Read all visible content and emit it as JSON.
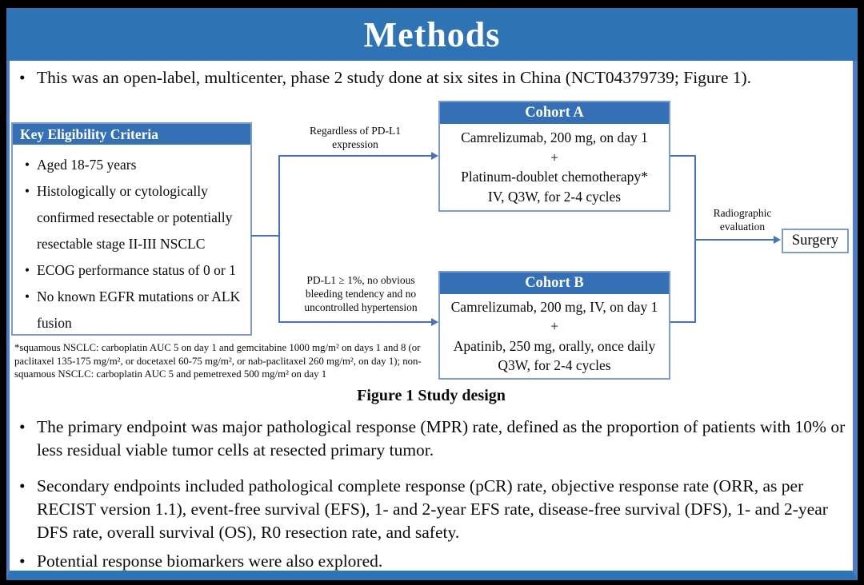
{
  "slide": {
    "title": "Methods",
    "colors": {
      "banner_blue": "#2E74B5",
      "header_blue": "#3570B6",
      "border_blue": "#4B7EC5",
      "box_border_blue": "#7B9BD2",
      "line_blue": "#4472C4"
    }
  },
  "bullets": {
    "intro": "This was an open-label, multicenter, phase 2 study done at six sites in China (NCT04379739; Figure 1).",
    "primary": "The primary endpoint was major pathological response (MPR) rate, defined as the proportion of patients with 10% or less residual viable tumor cells at resected primary tumor.",
    "secondary": "Secondary endpoints included pathological complete response (pCR) rate, objective response rate (ORR, as per RECIST version 1.1), event-free survival (EFS), 1- and 2-year EFS rate, disease-free survival (DFS), 1- and 2-year DFS rate, overall survival (OS), R0 resection rate, and safety.",
    "biomarkers": "Potential response biomarkers were also explored."
  },
  "figure": {
    "caption": "Figure 1 Study design",
    "eligibility": {
      "header": "Key Eligibility Criteria",
      "items": [
        "Aged 18-75 years",
        "Histologically or cytologically confirmed resectable or potentially resectable stage II-III NSCLC",
        "ECOG performance status of 0 or 1",
        "No known EGFR mutations or ALK fusion"
      ]
    },
    "arrow_top_label": "Regardless of PD-L1 expression",
    "arrow_bottom_label": "PD-L1 ≥ 1%, no obvious bleeding tendency and no uncontrolled hypertension",
    "radiographic_label": "Radiographic evaluation",
    "cohort_a": {
      "header": "Cohort A",
      "lines": [
        "Camrelizumab, 200 mg, on day 1",
        "+",
        "Platinum-doublet chemotherapy*",
        "IV, Q3W, for 2-4 cycles"
      ]
    },
    "cohort_b": {
      "header": "Cohort B",
      "lines": [
        "Camrelizumab, 200 mg, IV, on day 1",
        "+",
        "Apatinib, 250 mg, orally, once daily",
        "Q3W, for 2-4 cycles"
      ]
    },
    "surgery_label": "Surgery",
    "footnote": "*squamous NSCLC: carboplatin AUC 5 on day 1 and gemcitabine 1000 mg/m² on days 1 and 8 (or paclitaxel 135-175 mg/m², or docetaxel 60-75 mg/m², or nab-paclitaxel 260 mg/m², on day 1); non-squamous NSCLC: carboplatin AUC 5 and pemetrexed 500 mg/m² on day 1"
  }
}
